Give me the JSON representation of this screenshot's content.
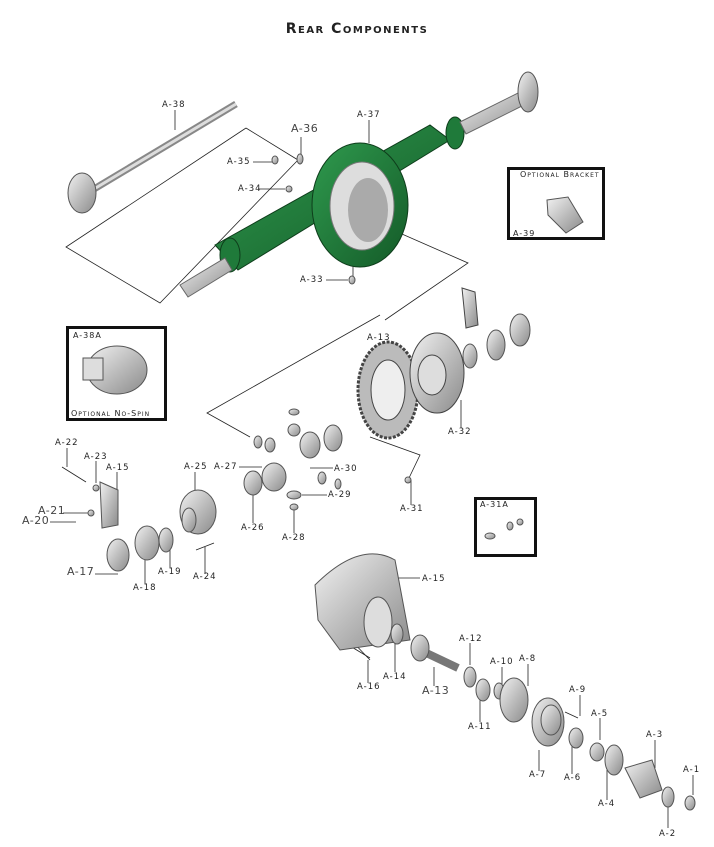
{
  "title": "Rear Components",
  "colors": {
    "housing": "#1f7a3a",
    "metal": "#c8c8c8",
    "line": "#222222"
  },
  "insets": {
    "bracket": {
      "title": "Optional Bracket",
      "part": "A-39"
    },
    "no_spin": {
      "part": "A-38A",
      "title": "Optional No-Spin"
    },
    "hardware": {
      "part": "A-31A"
    }
  },
  "labels": {
    "a38": "A-38",
    "a37": "A-37",
    "a36": "A-36",
    "a35": "A-35",
    "a34": "A-34",
    "a33": "A-33",
    "a13": "A-13",
    "a32": "A-32",
    "a22": "A-22",
    "a23": "A-23",
    "a15": "A-15",
    "a25": "A-25",
    "a27": "A-27",
    "a30": "A-30",
    "a29": "A-29",
    "a21": "A-21",
    "a20": "A-20",
    "a26": "A-26",
    "a28": "A-28",
    "a31": "A-31",
    "a17": "A-17",
    "a18": "A-18",
    "a19": "A-19",
    "a24": "A-24",
    "a15b": "A-15",
    "a12": "A-12",
    "a10": "A-10",
    "a8": "A-8",
    "a14": "A-14",
    "a16": "A-16",
    "a13b": "A-13",
    "a9": "A-9",
    "a5": "A-5",
    "a11": "A-11",
    "a3": "A-3",
    "a7": "A-7",
    "a6": "A-6",
    "a1": "A-1",
    "a4": "A-4",
    "a2": "A-2"
  }
}
